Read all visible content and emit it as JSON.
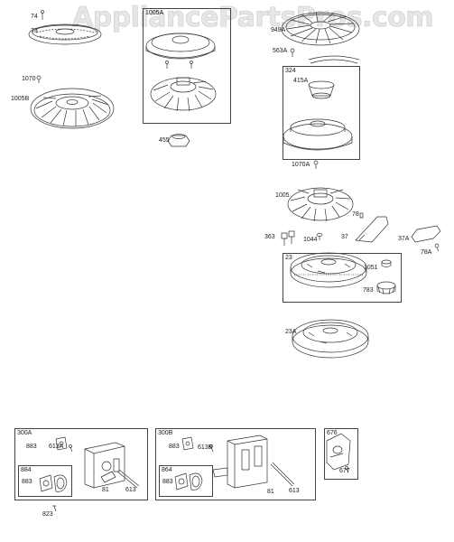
{
  "watermark": "AppliancePartsPros.com",
  "boxes": {
    "b1005A": "1005A",
    "b324": "324",
    "b23": "23",
    "b300A": "300A",
    "b884a": "884",
    "b300B": "300B",
    "b864b": "864",
    "b676": "676"
  },
  "labels": {
    "l74": "74",
    "l73": "73",
    "l1070": "1070",
    "l1005B": "1005B",
    "l455": "455",
    "l949A": "949A",
    "l563A": "563A",
    "l415A": "415A",
    "l1070A": "1070A",
    "l1005": "1005",
    "l78": "78",
    "l363": "363",
    "l1044": "1044",
    "l37": "37",
    "l37A": "37A",
    "l78A": "78A",
    "l1051": "1051",
    "l783": "783",
    "l23A": "23A",
    "l883a": "883",
    "l613Aa": "613A",
    "l883b": "883",
    "l81a": "81",
    "l613a": "613",
    "l823": "823",
    "l883c": "883",
    "l613B": "613B",
    "l883d": "883",
    "l81b": "81",
    "l613b": "613",
    "l677": "677"
  }
}
